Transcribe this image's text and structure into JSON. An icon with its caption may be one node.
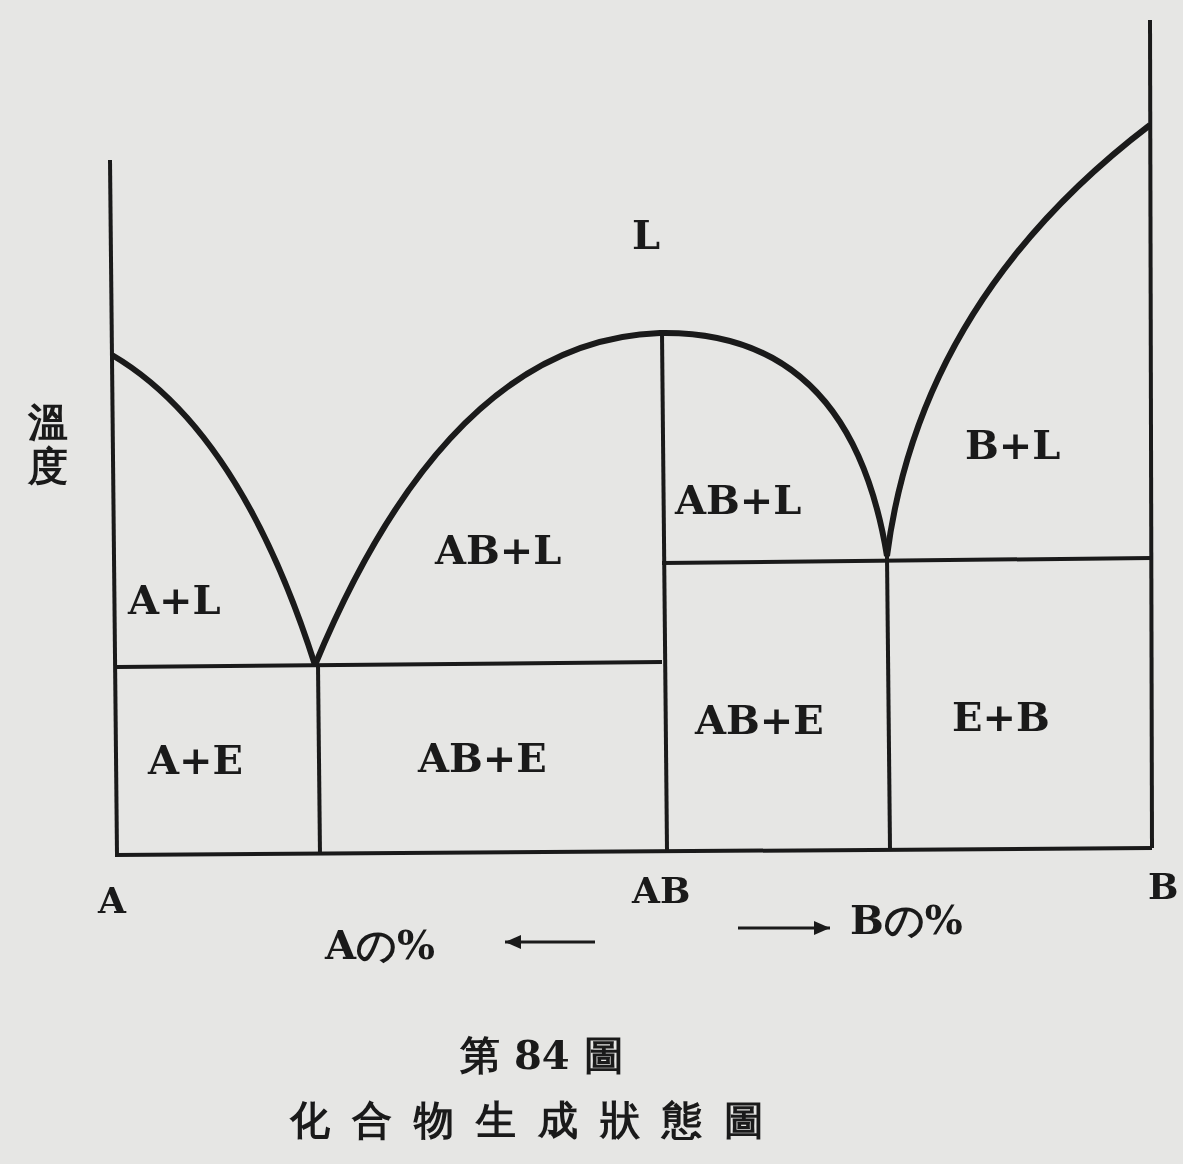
{
  "diagram": {
    "caption": "化合物生成狀態圖",
    "labels": [
      "L",
      "溫度",
      "A+L",
      "AB+L",
      "AB+L",
      "B+L",
      "A+E",
      "AB+E",
      "AB+E",
      "E+B",
      "A",
      "AB",
      "B",
      "Aの%",
      "Bの%",
      "第 84 圖"
    ]
  }
}
